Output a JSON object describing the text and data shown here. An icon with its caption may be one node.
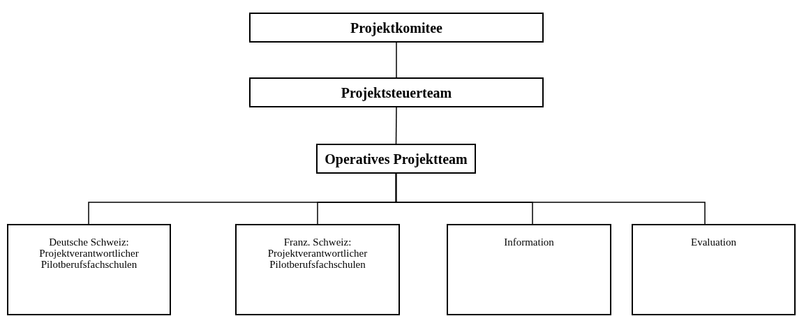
{
  "diagram": {
    "nodes": [
      {
        "text": [
          "Projektkomitee"
        ]
      },
      {
        "text": [
          "Projektsteuerteam"
        ]
      },
      {
        "text": [
          "Operatives Projektteam"
        ]
      },
      {
        "text": [
          "Deutsche Schweiz: Projektverantwortlicher Pilotberufsfachschulen"
        ]
      },
      {
        "text": [
          "Franz. Schweiz: Projektverantwortlicher Pilotberufsfachschulen"
        ]
      },
      {
        "text": [
          "Information"
        ]
      },
      {
        "text": [
          "Evaluation"
        ]
      }
    ],
    "edges": [
      {
        "from": 0,
        "to": 1,
        "arrow": "none"
      },
      {
        "from": 1,
        "to": 2,
        "arrow": "none"
      },
      {
        "from": 2,
        "to": 3,
        "arrow": "none"
      },
      {
        "from": 2,
        "to": 4,
        "arrow": "none"
      },
      {
        "from": 2,
        "to": 5,
        "arrow": "none"
      },
      {
        "from": 2,
        "to": 6,
        "arrow": "none"
      }
    ]
  }
}
